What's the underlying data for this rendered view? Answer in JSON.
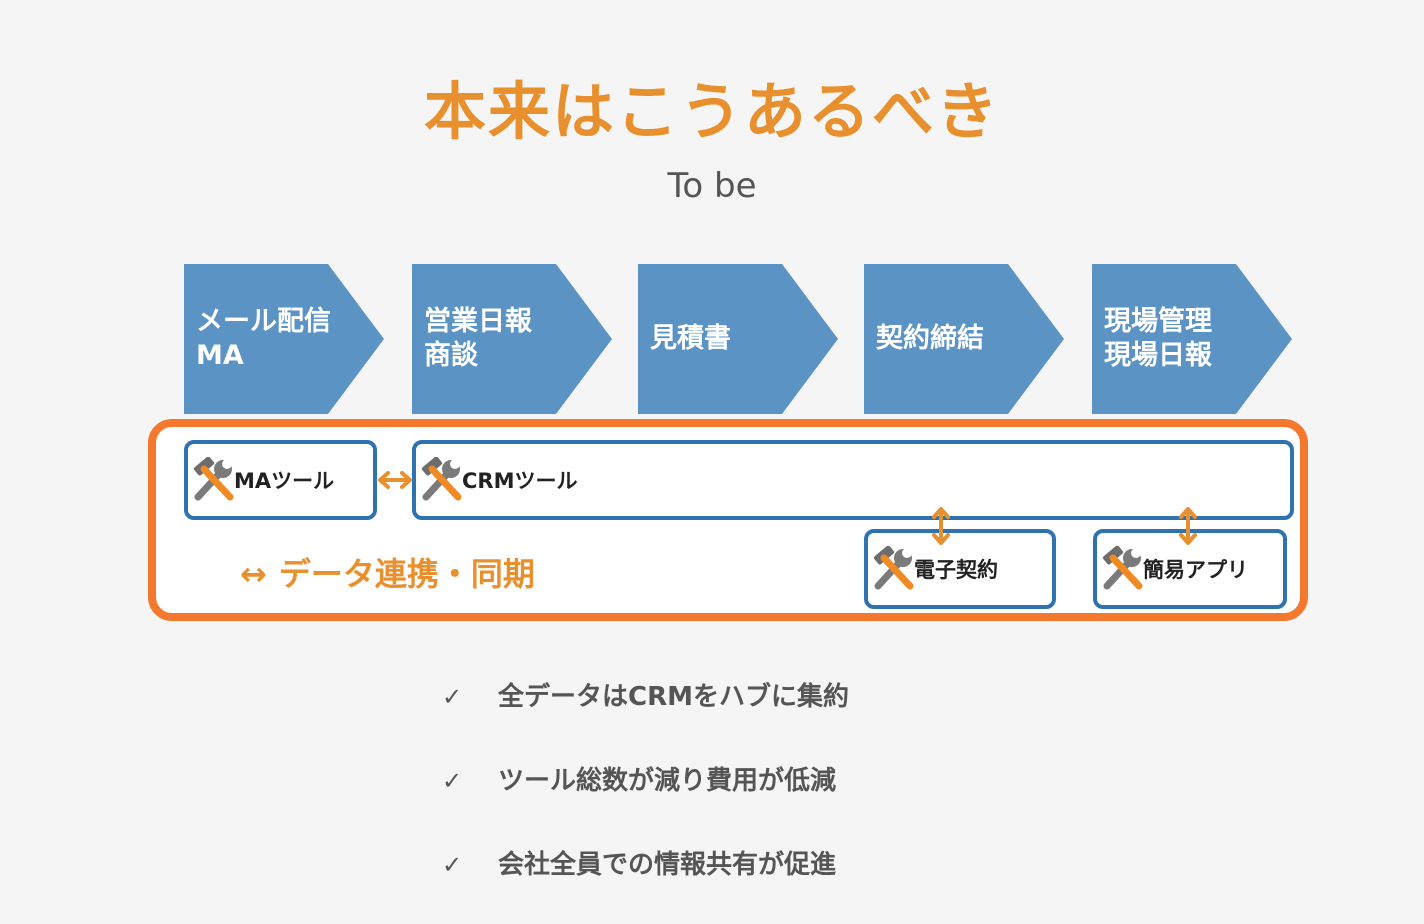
{
  "title": "本来はこうあるべき",
  "subtitle": "To be",
  "process_steps": [
    {
      "label": "メール配信\nMA"
    },
    {
      "label": "営業日報\n商談"
    },
    {
      "label": "見積書"
    },
    {
      "label": "契約締結"
    },
    {
      "label": "現場管理\n現場日報"
    }
  ],
  "tools": {
    "ma": {
      "name": "MAツール",
      "icon": "hammer-wrench-icon"
    },
    "crm": {
      "name": "CRMツール",
      "icon": "hammer-wrench-icon"
    },
    "esign": {
      "name": "電子契約",
      "icon": "hammer-wrench-icon"
    },
    "app": {
      "name": "簡易アプリ",
      "icon": "hammer-wrench-icon"
    }
  },
  "legend": {
    "symbol": "↔",
    "label": "データ連携・同期"
  },
  "benefits": [
    {
      "mark": "✓",
      "text": "全データはCRMをハブに集約"
    },
    {
      "mark": "✓",
      "text": "ツール総数が減り費用が低減"
    },
    {
      "mark": "✓",
      "text": "会社全員での情報共有が促進"
    }
  ],
  "colors": {
    "title": "#e8902e",
    "chevron": "#5b93c5",
    "frame": "#f4782e",
    "tool_border": "#2f72b0",
    "arrow": "#e8902e"
  }
}
